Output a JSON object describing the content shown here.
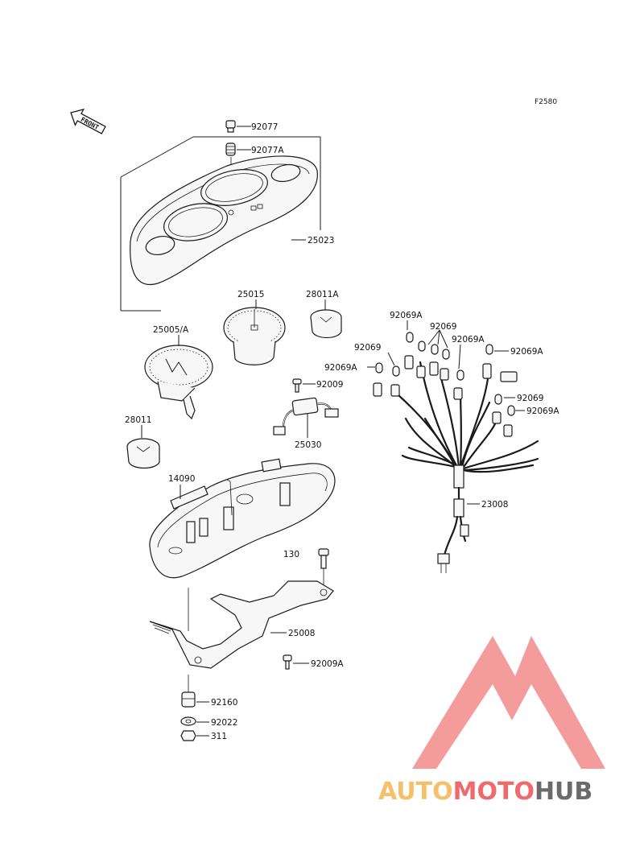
{
  "figure_code": "F2580",
  "front_arrow_text": "FRONT",
  "parts": {
    "p92077": "92077",
    "p92077a": "92077A",
    "p25023": "25023",
    "p25015": "25015",
    "p28011a": "28011A",
    "p25005a": "25005/A",
    "p92009": "92009",
    "p28011": "28011",
    "p25030": "25030",
    "p92069a_top": "92069A",
    "p92069_top": "92069",
    "p92069a_mid": "92069A",
    "p92069_left": "92069",
    "p92069a_left": "92069A",
    "p92069a_right": "92069A",
    "p92069_right": "92069",
    "p92069a_right2": "92069A",
    "p14090": "14090",
    "p23008": "23008",
    "p130": "130",
    "p25008": "25008",
    "p92009a": "92009A",
    "p92160": "92160",
    "p92022": "92022",
    "p311": "311"
  },
  "watermark": {
    "part1": "AUTO",
    "part2": "MOTO",
    "part3": "HUB",
    "colors": {
      "auto": "#f6c06a",
      "moto": "#ef6b6b",
      "hub": "#6b6b6b",
      "triangle": "#f28a8a"
    }
  }
}
